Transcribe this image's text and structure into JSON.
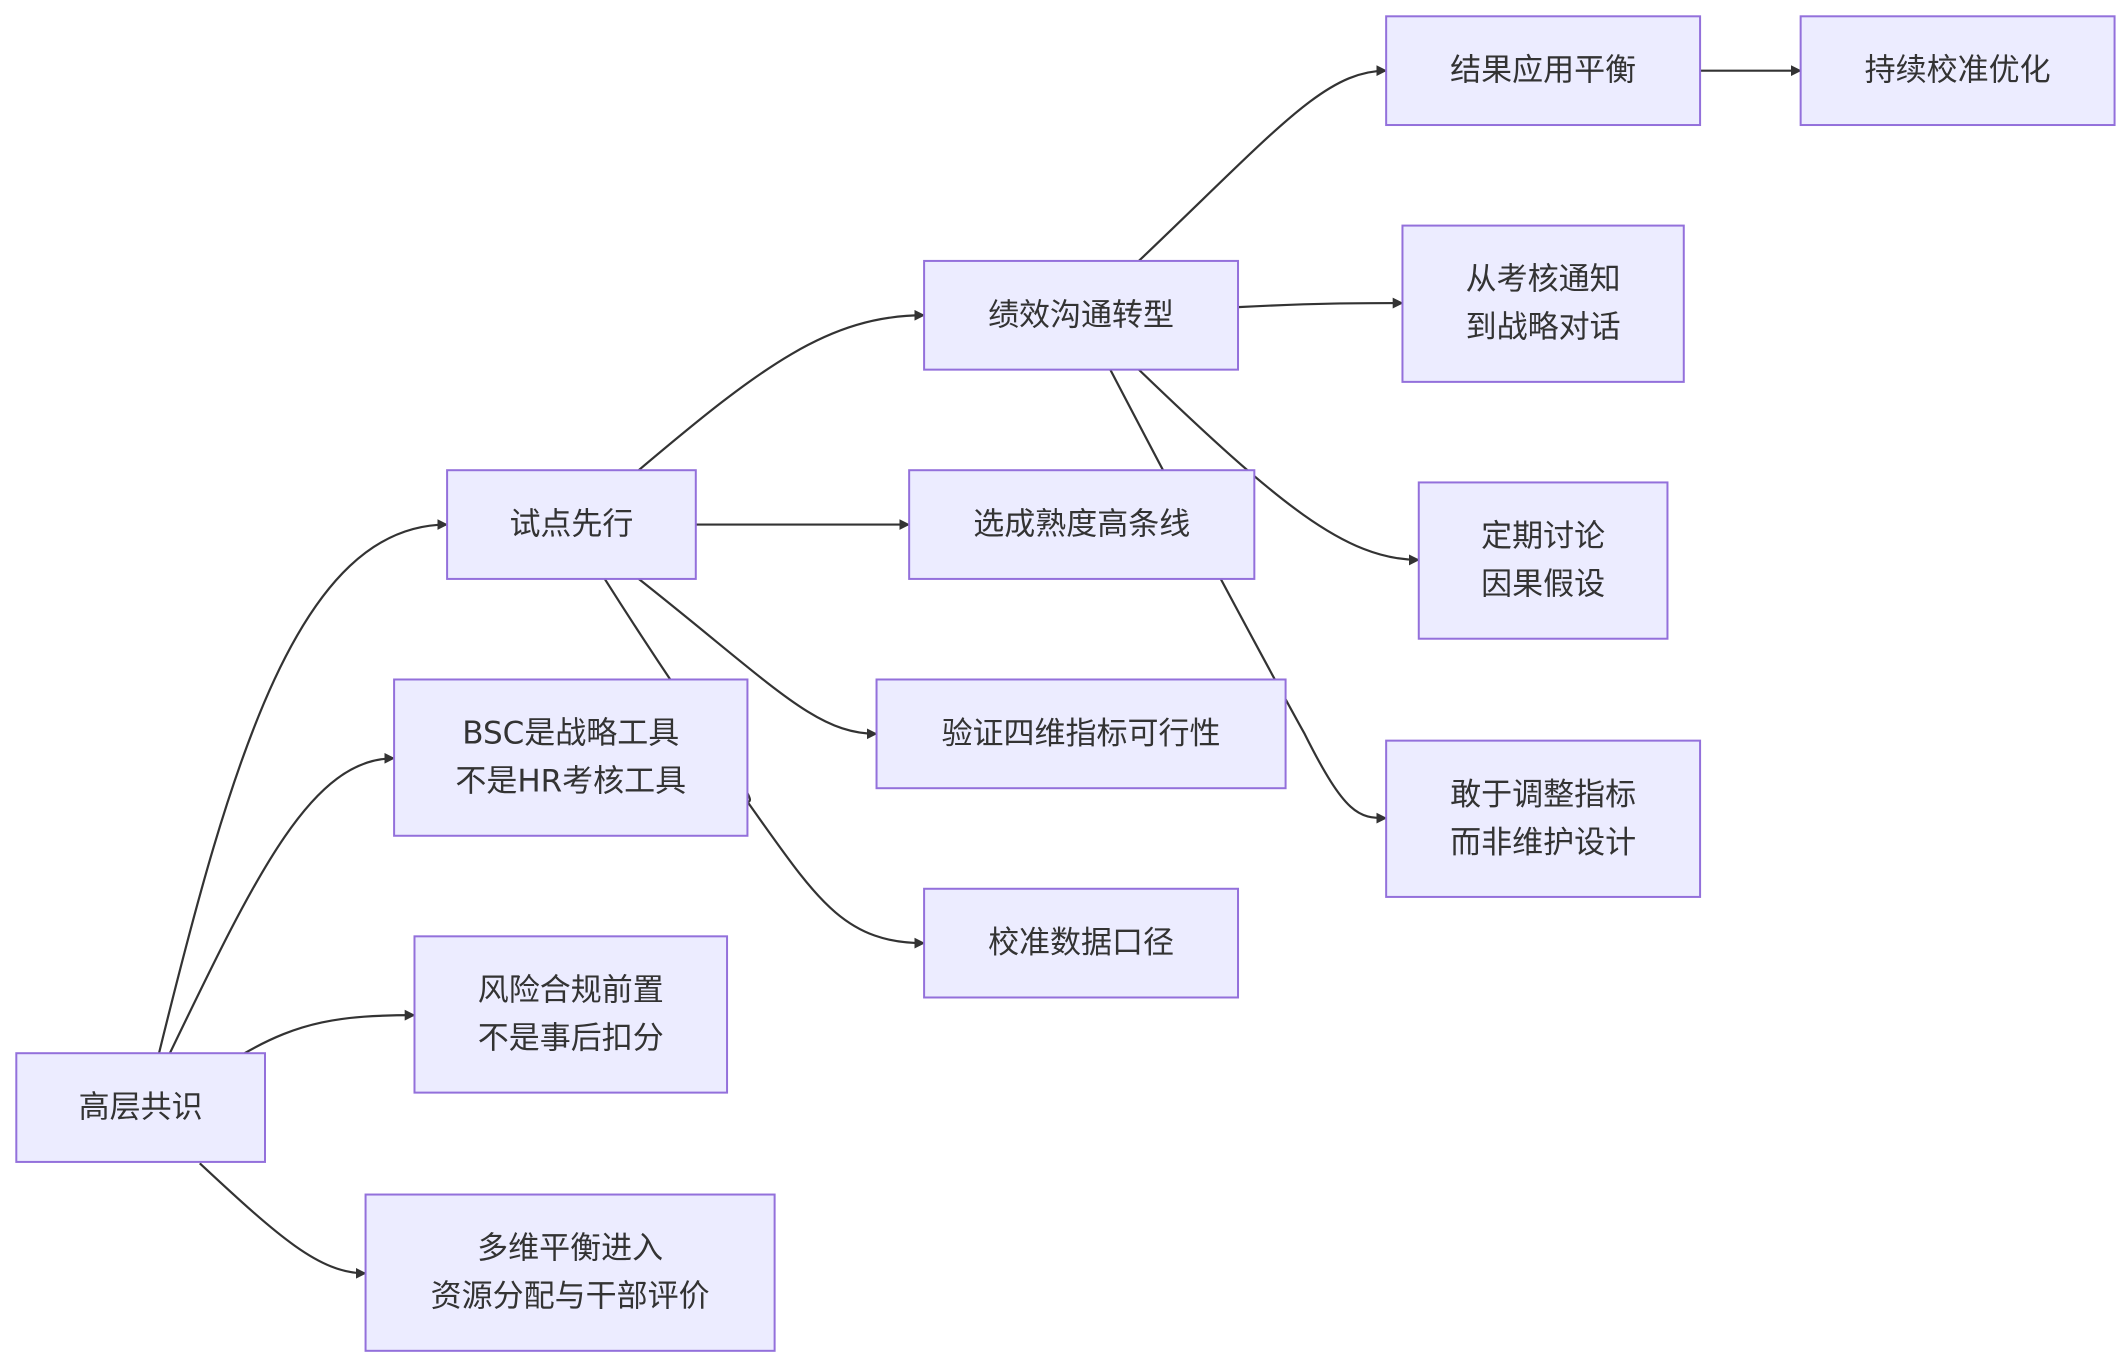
{
  "nodes": [
    {
      "id": "gaoceng",
      "name": "node-gaoceng-gongshi",
      "lines": [
        "高层共识"
      ]
    },
    {
      "id": "shidian",
      "name": "node-shidian-xianxing",
      "lines": [
        "试点先行"
      ]
    },
    {
      "id": "bsc",
      "name": "node-bsc-zhanlue-gongju",
      "lines": [
        "BSC是战略工具",
        "不是HR考核工具"
      ]
    },
    {
      "id": "fengxian",
      "name": "node-fengxian-hegui",
      "lines": [
        "风险合规前置",
        "不是事后扣分"
      ]
    },
    {
      "id": "duowei",
      "name": "node-duowei-pingheng",
      "lines": [
        "多维平衡进入",
        "资源分配与干部评价"
      ]
    },
    {
      "id": "jixiao",
      "name": "node-jixiao-goutong",
      "lines": [
        "绩效沟通转型"
      ]
    },
    {
      "id": "xuancheng",
      "name": "node-xuan-chengshudu",
      "lines": [
        "选成熟度高条线"
      ]
    },
    {
      "id": "yanzheng",
      "name": "node-yanzheng-zhibiao",
      "lines": [
        "验证四维指标可行性"
      ]
    },
    {
      "id": "jiaozhun",
      "name": "node-jiaozhun-shuju",
      "lines": [
        "校准数据口径"
      ]
    },
    {
      "id": "jieguo",
      "name": "node-jieguo-yingyong",
      "lines": [
        "结果应用平衡"
      ]
    },
    {
      "id": "chixu",
      "name": "node-chixu-jiaozhun",
      "lines": [
        "持续校准优化"
      ]
    },
    {
      "id": "congkaohe",
      "name": "node-cong-kaohe-tongzhi",
      "lines": [
        "从考核通知",
        "到战略对话"
      ]
    },
    {
      "id": "dingqi",
      "name": "node-dingqi-taolun",
      "lines": [
        "定期讨论",
        "因果假设"
      ]
    },
    {
      "id": "ganyu",
      "name": "node-ganyu-tiaozheng",
      "lines": [
        "敢于调整指标",
        "而非维护设计"
      ]
    }
  ],
  "edges": [
    {
      "from": "gaoceng",
      "to": "shidian"
    },
    {
      "from": "gaoceng",
      "to": "bsc"
    },
    {
      "from": "gaoceng",
      "to": "fengxian"
    },
    {
      "from": "gaoceng",
      "to": "duowei"
    },
    {
      "from": "shidian",
      "to": "jixiao"
    },
    {
      "from": "shidian",
      "to": "xuancheng"
    },
    {
      "from": "shidian",
      "to": "yanzheng"
    },
    {
      "from": "shidian",
      "to": "jiaozhun"
    },
    {
      "from": "jixiao",
      "to": "jieguo"
    },
    {
      "from": "jixiao",
      "to": "congkaohe"
    },
    {
      "from": "jixiao",
      "to": "dingqi"
    },
    {
      "from": "jixiao",
      "to": "ganyu"
    },
    {
      "from": "jieguo",
      "to": "chixu"
    }
  ]
}
